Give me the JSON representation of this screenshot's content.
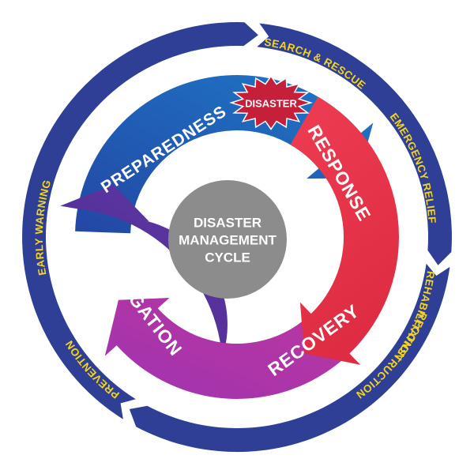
{
  "center": {
    "lines": [
      "DISASTER",
      "MANAGEMENT",
      "CYCLE"
    ]
  },
  "burst": {
    "label": "DISASTER"
  },
  "phases": {
    "preparedness": "PREPAREDNESS",
    "response": "RESPONSE",
    "recovery": "RECOVERY",
    "mitigation": "MITIGATION"
  },
  "outer": {
    "early_warning": "EARLY WARNING",
    "search_rescue": "SEARCH & RESCUE",
    "emergency_relief": "EMERGENCY RELIEF",
    "rehabilitation": "REHABILITATION",
    "reconstruction": "RECONSTRUCTION",
    "prevention": "PREVENTION"
  },
  "colors": {
    "ring": "#2e3f95",
    "outer_text": "#f4d41c",
    "preparedness": "#1a64b4",
    "response": "#e8334a",
    "recovery": "#b536a4",
    "mitigation": "#533092",
    "center": "#8c8c8c",
    "burst": "#c61f3a"
  }
}
